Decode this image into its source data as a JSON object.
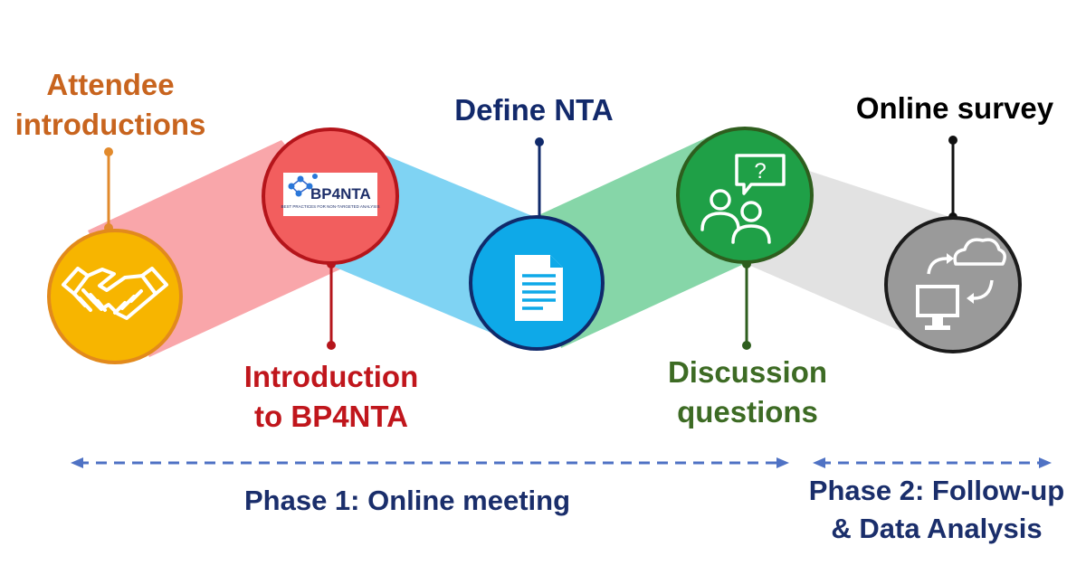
{
  "colors": {
    "attendee": "#c8641e",
    "intro": "#c0161c",
    "define": "#12296b",
    "discussion": "#3d6b24",
    "survey": "#000000",
    "phase_text": "#1a2e6b",
    "phase_arrow": "#4f72c4",
    "band_red": "#f9a6aa",
    "band_blue": "#7fd3f3",
    "band_green": "#86d6a8",
    "band_gray": "#e2e2e2"
  },
  "steps": [
    {
      "name": "attendee",
      "lines": [
        "Attendee",
        "introductions"
      ],
      "icon": "handshake-icon",
      "fill": "#f7b500",
      "ring": "#e28a1c",
      "stem": "#e28a2c"
    },
    {
      "name": "intro",
      "lines": [
        "Introduction",
        "to BP4NTA"
      ],
      "icon": "bp4nta-logo",
      "fill": "#f25e5e",
      "ring": "#b5151b",
      "stem": "#b5151b"
    },
    {
      "name": "define",
      "lines": [
        "Define NTA"
      ],
      "icon": "document-icon",
      "fill": "#0ea9e8",
      "ring": "#102a6b",
      "stem": "#102a6b"
    },
    {
      "name": "discussion",
      "lines": [
        "Discussion",
        "questions"
      ],
      "icon": "discussion-icon",
      "fill": "#1fa047",
      "ring": "#2e5e1e",
      "stem": "#2e5e1e"
    },
    {
      "name": "survey",
      "lines": [
        "Online survey"
      ],
      "icon": "computer-cloud-icon",
      "fill": "#9a9a9a",
      "ring": "#1b1b1b",
      "stem": "#111111"
    }
  ],
  "logo": {
    "text": "BP4NTA",
    "subtext": "BEST PRACTICES FOR NON-TARGETED ANALYSIS"
  },
  "discussion_icon_symbol": "?",
  "phases": [
    {
      "name": "phase-1",
      "lines": [
        "Phase 1: Online meeting"
      ]
    },
    {
      "name": "phase-2",
      "lines": [
        "Phase 2: Follow-up",
        "& Data Analysis"
      ]
    }
  ]
}
